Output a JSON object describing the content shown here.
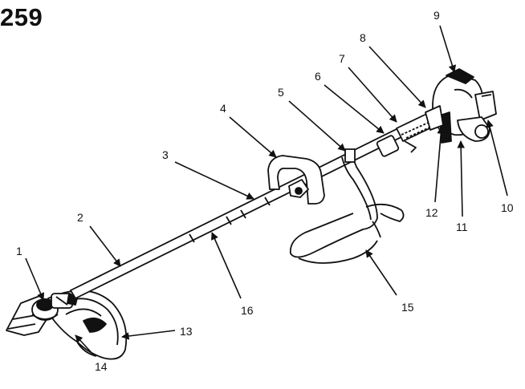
{
  "figure": {
    "number": "259"
  },
  "callouts": [
    "1",
    "2",
    "3",
    "4",
    "5",
    "6",
    "7",
    "8",
    "9",
    "10",
    "11",
    "12",
    "13",
    "14",
    "15",
    "16"
  ],
  "colors": {
    "ink": "#111111",
    "paper": "#ffffff"
  }
}
